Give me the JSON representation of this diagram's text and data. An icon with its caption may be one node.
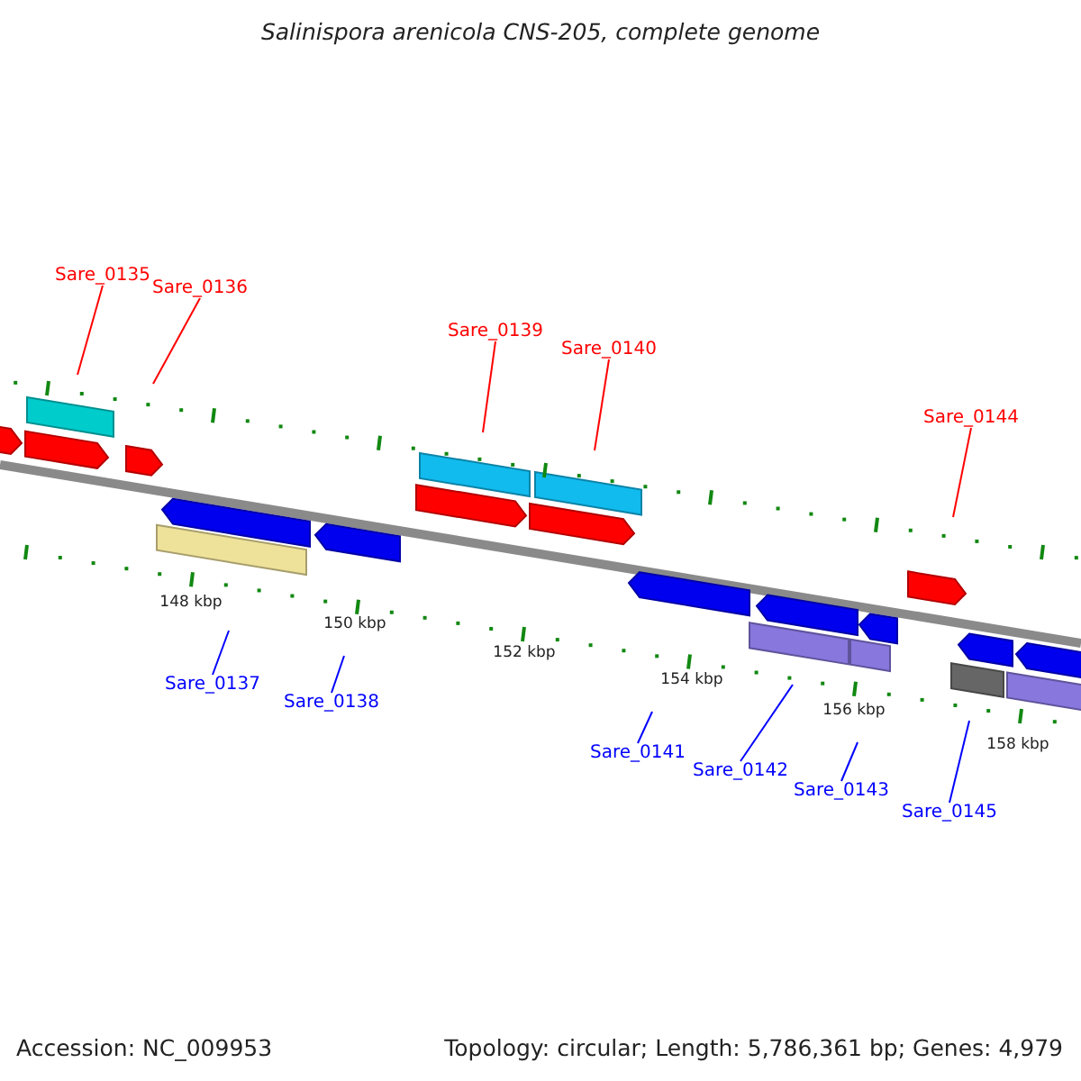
{
  "diagram": {
    "title": "Salinispora arenicola CNS-205, complete genome",
    "nodes": [
      {
        "text": [
          "Sare_0135"
        ]
      },
      {
        "text": [
          "Sare_0136"
        ]
      },
      {
        "text": [
          "Sare_0139"
        ]
      },
      {
        "text": [
          "Sare_0140"
        ]
      },
      {
        "text": [
          "Sare_0144"
        ]
      },
      {
        "text": [
          "Sare_0137"
        ]
      },
      {
        "text": [
          "Sare_0138"
        ]
      },
      {
        "text": [
          "Sare_0141"
        ]
      },
      {
        "text": [
          "Sare_0142"
        ]
      },
      {
        "text": [
          "Sare_0143"
        ]
      },
      {
        "text": [
          "Sare_0145"
        ]
      }
    ],
    "edges": [
      {
        "from": 0,
        "to": null,
        "arrow": "none",
        "color": "#ff0000"
      },
      {
        "from": 1,
        "to": null,
        "arrow": "none",
        "color": "#ff0000"
      },
      {
        "from": 2,
        "to": null,
        "arrow": "none",
        "color": "#ff0000"
      },
      {
        "from": 3,
        "to": null,
        "arrow": "none",
        "color": "#ff0000"
      },
      {
        "from": 4,
        "to": null,
        "arrow": "none",
        "color": "#ff0000"
      },
      {
        "from": 5,
        "to": null,
        "arrow": "none",
        "color": "#0000ff"
      },
      {
        "from": 6,
        "to": null,
        "arrow": "none",
        "color": "#0000ff"
      },
      {
        "from": 7,
        "to": null,
        "arrow": "none",
        "color": "#0000ff"
      },
      {
        "from": 8,
        "to": null,
        "arrow": "none",
        "color": "#0000ff"
      },
      {
        "from": 9,
        "to": null,
        "arrow": "none",
        "color": "#0000ff"
      },
      {
        "from": 10,
        "to": null,
        "arrow": "none",
        "color": "#0000ff"
      }
    ],
    "labels": [
      "148 kbp",
      "150 kbp",
      "152 kbp",
      "154 kbp",
      "156 kbp",
      "158 kbp",
      "Accession: NC_009953",
      "Topology: circular; Length: 5,786,361 bp; Genes: 4,979"
    ]
  }
}
